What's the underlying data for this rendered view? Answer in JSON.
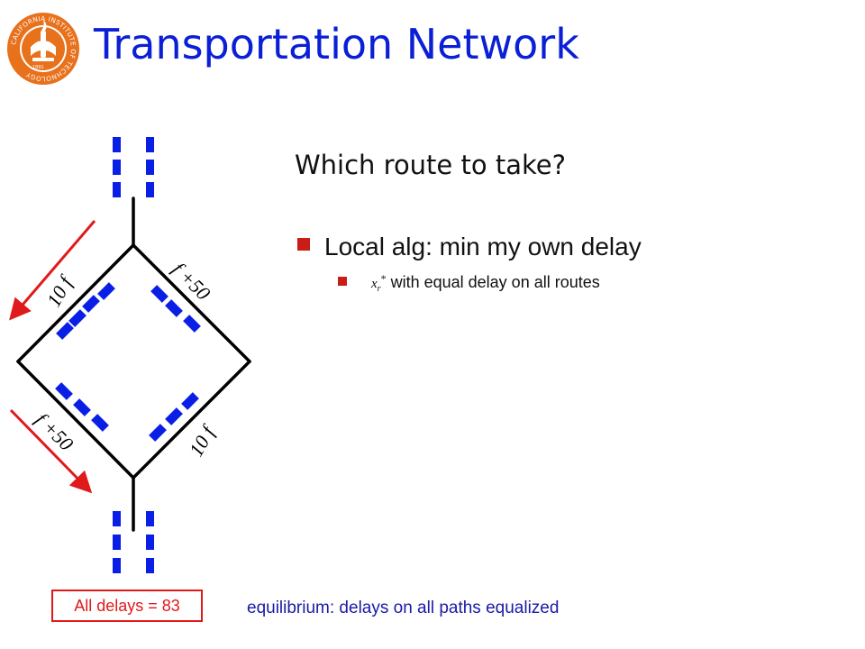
{
  "slide": {
    "title": "Transportation Network",
    "question": "Which route to take?",
    "bullets": [
      {
        "text": "Local alg: min my own delay",
        "level": 1
      },
      {
        "var_base": "x",
        "var_sub": "r",
        "var_sup": "*",
        "text": "with equal delay on all routes",
        "level": 2
      }
    ],
    "delays_label": "All delays = 83",
    "footer_note": "equilibrium: delays on all paths equalized",
    "logo": {
      "ring_text": "CALIFORNIA INSTITUTE OF TECHNOLOGY",
      "year": "1891"
    }
  },
  "diagram": {
    "edge_labels": {
      "upper_left": "10 f",
      "upper_right": "f +50",
      "lower_left": "f +50",
      "lower_right": "10 f"
    }
  },
  "colors": {
    "title": "#0a1fd6",
    "bullet": "#c91d18",
    "car": "#0a1fe6",
    "arrow": "#e01a1a",
    "logo": "#e8711c"
  }
}
